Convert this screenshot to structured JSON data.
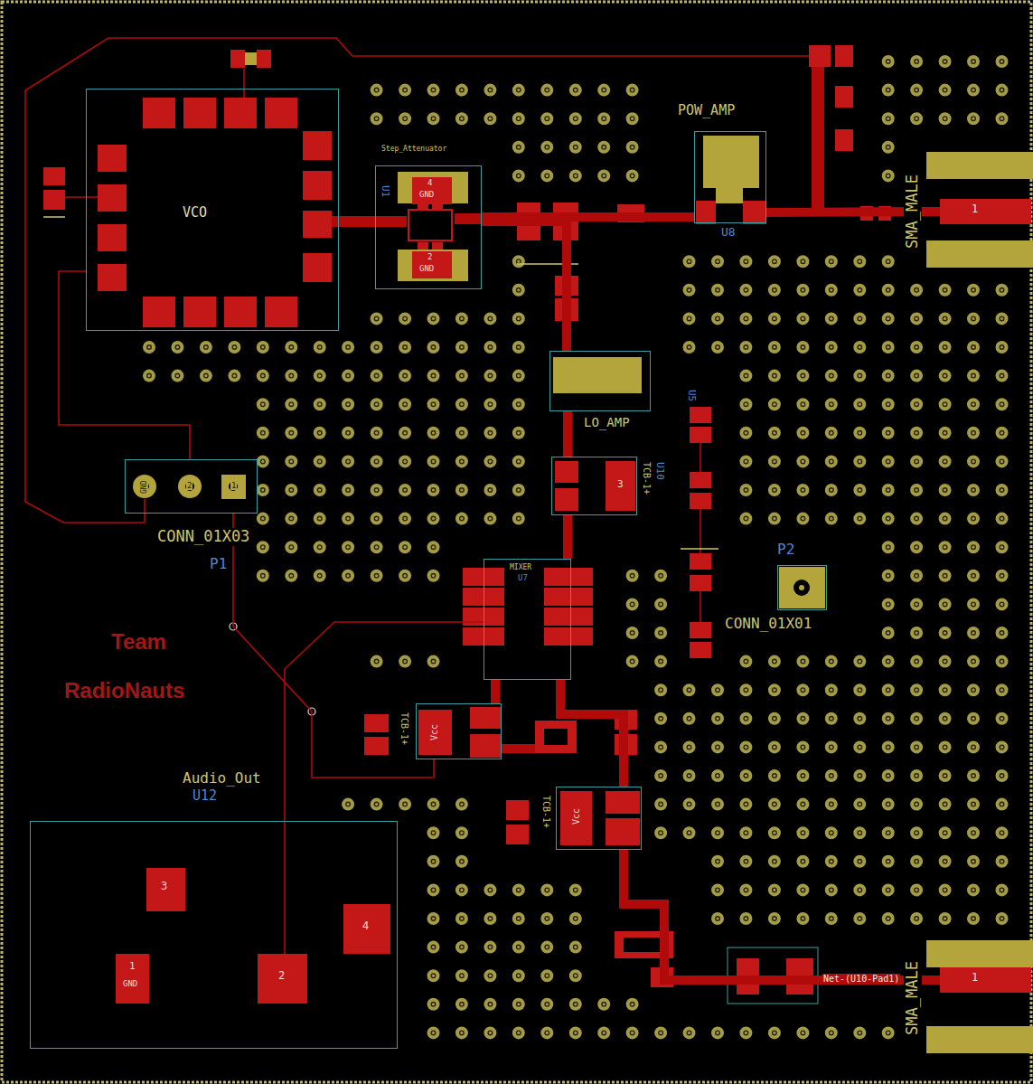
{
  "diagram": {
    "nodes": [
      {
        "text": [
          "VCO"
        ]
      },
      {
        "text": [
          "Step_Attenuator",
          "U1"
        ]
      },
      {
        "text": [
          "POW_AMP",
          "U8"
        ]
      },
      {
        "text": [
          "1"
        ]
      },
      {
        "text": [
          "LO_AMP"
        ]
      },
      {
        "text": [
          "TCB-1+",
          "U10"
        ]
      },
      {
        "text": [
          "P2",
          "CONN_01X01"
        ]
      },
      {
        "text": [
          "MIXER",
          "U7"
        ]
      },
      {
        "text": [
          "CONN_01X03",
          "P1"
        ]
      },
      {
        "text": [
          "TCB-1+"
        ]
      },
      {
        "text": [
          "TCB-1+"
        ]
      },
      {
        "text": [
          "1"
        ]
      },
      {
        "text": [
          "Audio_Out",
          "U12"
        ]
      },
      {
        "text": [
          "3"
        ],
        "in": 12
      },
      {
        "text": [
          "4"
        ],
        "in": 12
      },
      {
        "text": [
          "1",
          "GND"
        ],
        "in": 12
      },
      {
        "text": [
          "2"
        ],
        "in": 12
      }
    ],
    "edges": [
      {
        "from": 0,
        "to": 1,
        "arrow": "none"
      },
      {
        "from": 1,
        "to": 2,
        "arrow": "none"
      },
      {
        "from": 2,
        "to": 3,
        "arrow": "none"
      },
      {
        "from": 1,
        "to": 4,
        "arrow": "none"
      },
      {
        "from": 4,
        "to": 5,
        "arrow": "none"
      },
      {
        "from": 5,
        "to": 7,
        "arrow": "none"
      },
      {
        "from": 7,
        "to": 9,
        "arrow": "none"
      },
      {
        "from": 7,
        "to": 10,
        "arrow": "none"
      },
      {
        "from": 10,
        "to": 11,
        "arrow": "none"
      },
      {
        "from": 8,
        "to": 0,
        "arrow": "none"
      },
      {
        "from": 8,
        "to": 9,
        "arrow": "none"
      },
      {
        "from": 7,
        "to": 16,
        "arrow": "none"
      }
    ],
    "labels": [
      "SMA_MALE",
      "SMA_MALE",
      "4",
      "GND",
      "2",
      "GND",
      "U5",
      "3",
      "GND",
      "2",
      "1",
      "Vcc",
      "Vcc",
      "Team",
      "RadioNauts",
      "Net-(U10-Pad1)"
    ]
  }
}
